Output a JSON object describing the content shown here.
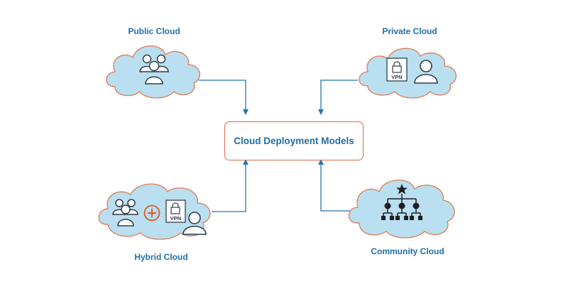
{
  "center": {
    "label": "Cloud Deployment Models"
  },
  "nodes": [
    {
      "id": "public",
      "label": "Public Cloud",
      "icon": "users-group-icon"
    },
    {
      "id": "private",
      "label": "Private Cloud",
      "icons": [
        "vpn-lock-icon",
        "user-icon"
      ],
      "vpn_text": "VPN"
    },
    {
      "id": "hybrid",
      "label": "Hybrid Cloud",
      "icons": [
        "users-group-icon",
        "plus-circle-icon",
        "vpn-lock-icon",
        "user-icon"
      ],
      "vpn_text": "VPN"
    },
    {
      "id": "community",
      "label": "Community Cloud",
      "icon": "org-chart-star-icon"
    }
  ],
  "colors": {
    "cloud_fill": "#b9dff0",
    "cloud_stroke": "#e07b53",
    "arrow": "#1f78b4",
    "text": "#1f6fa8",
    "icon": "#2f3e4c",
    "plus": "#e05a2b"
  }
}
